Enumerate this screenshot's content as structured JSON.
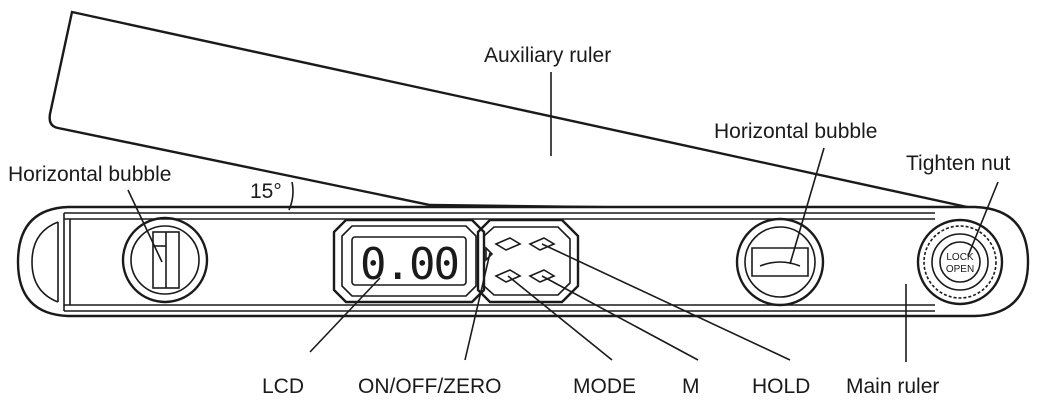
{
  "diagram": {
    "labels": {
      "auxiliary_ruler": "Auxiliary ruler",
      "horizontal_bubble_left": "Horizontal bubble",
      "horizontal_bubble_right": "Horizontal bubble",
      "tighten_nut": "Tighten nut",
      "angle": "15°",
      "lcd": "LCD",
      "on_off_zero": "ON/OFF/ZERO",
      "mode": "MODE",
      "m": "M",
      "hold": "HOLD",
      "main_ruler": "Main ruler"
    },
    "display_value": "0.00",
    "nut_text": {
      "lock": "LOCK",
      "open": "OPEN"
    },
    "colors": {
      "ink": "#1a1a1a",
      "background": "#ffffff"
    }
  }
}
